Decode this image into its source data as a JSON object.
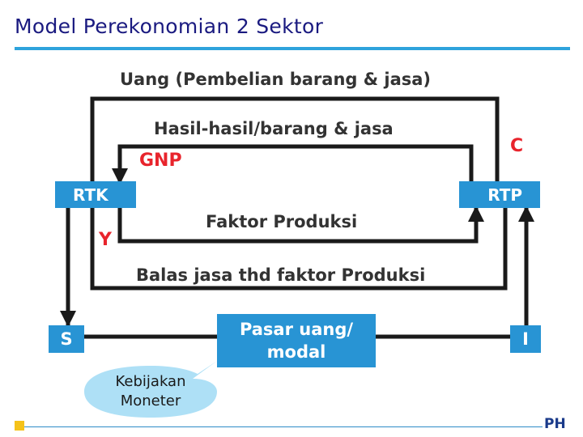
{
  "title": "Model Perekonomian 2 Sektor",
  "labels": {
    "uang": "Uang (Pembelian barang & jasa)",
    "hasil": "Hasil-hasil/barang & jasa",
    "c": "C",
    "gnp": "GNP",
    "y": "Y",
    "faktor": "Faktor Produksi",
    "balas": "Balas jasa thd faktor Produksi"
  },
  "boxes": {
    "rtk": "RTK",
    "rtp": "RTP",
    "s": "S",
    "i": "I",
    "pasar_line1": "Pasar uang/",
    "pasar_line2": "modal"
  },
  "bubble": {
    "line1": "Kebijakan",
    "line2": "Moneter"
  },
  "footer": "PH",
  "colors": {
    "title": "#1a1a80",
    "accent_blue": "#2894d4",
    "title_rule": "#2ea3dc",
    "red_label": "#e8242c",
    "bubble_fill": "#aee0f6",
    "corner_square": "#f5c21a"
  }
}
